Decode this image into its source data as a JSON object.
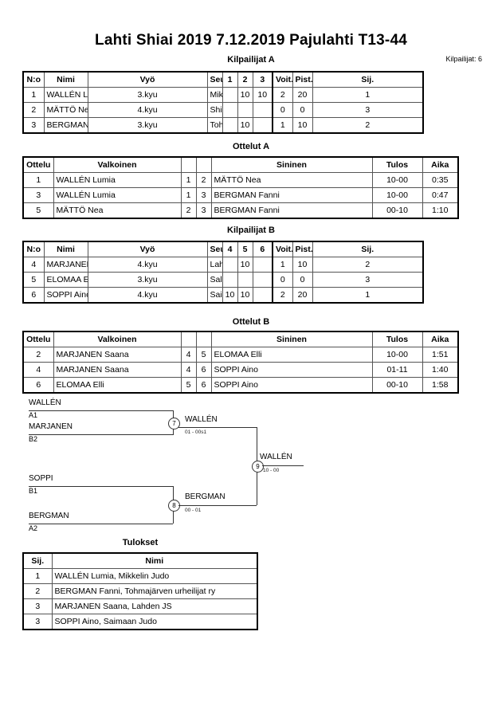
{
  "header": {
    "title": "Lahti Shiai 2019  7.12.2019  Pajulahti   T13-44",
    "entrant_count": "Kilpailijat: 6"
  },
  "pool_a": {
    "title": "Kilpailijat A",
    "columns": [
      "N:o",
      "Nimi",
      "Vyö",
      "Seura",
      "1",
      "2",
      "3",
      "Voit.",
      "Pist.",
      "Sij."
    ],
    "rows": [
      {
        "no": "1",
        "name": "WALLÉN Lumia",
        "belt": "3.kyu",
        "club": "Mikkelin Judo",
        "g1": "",
        "g2": "10",
        "g3": "10",
        "wins": "2",
        "points": "20",
        "rank": "1"
      },
      {
        "no": "2",
        "name": "MÄTTÖ Nea",
        "belt": "4.kyu",
        "club": "Shirokawa",
        "g1": "",
        "g2": "",
        "g3": "",
        "wins": "0",
        "points": "0",
        "rank": "3"
      },
      {
        "no": "3",
        "name": "BERGMAN Fanni",
        "belt": "3.kyu",
        "club": "Tohmajärven urheilijat ry",
        "g1": "",
        "g2": "10",
        "g3": "",
        "wins": "1",
        "points": "10",
        "rank": "2"
      }
    ]
  },
  "matches_a": {
    "title": "Ottelut A",
    "columns": [
      "Ottelu",
      "Valkoinen",
      "",
      "",
      "Sininen",
      "Tulos",
      "Aika"
    ],
    "rows": [
      {
        "match": "1",
        "white": "WALLÉN Lumia",
        "wn": "1",
        "bn": "2",
        "blue": "MÄTTÖ Nea",
        "result": "10-00",
        "time": "0:35"
      },
      {
        "match": "3",
        "white": "WALLÉN Lumia",
        "wn": "1",
        "bn": "3",
        "blue": "BERGMAN Fanni",
        "result": "10-00",
        "time": "0:47"
      },
      {
        "match": "5",
        "white": "MÄTTÖ Nea",
        "wn": "2",
        "bn": "3",
        "blue": "BERGMAN Fanni",
        "result": "00-10",
        "time": "1:10"
      }
    ]
  },
  "pool_b": {
    "title": "Kilpailijat B",
    "columns": [
      "N:o",
      "Nimi",
      "Vyö",
      "Seura",
      "4",
      "5",
      "6",
      "Voit.",
      "Pist.",
      "Sij."
    ],
    "rows": [
      {
        "no": "4",
        "name": "MARJANEN Saana",
        "belt": "4.kyu",
        "club": "Lahden JS",
        "g1": "",
        "g2": "10",
        "g3": "",
        "wins": "1",
        "points": "10",
        "rank": "2"
      },
      {
        "no": "5",
        "name": "ELOMAA Elli",
        "belt": "3.kyu",
        "club": "Salon Budoseura",
        "g1": "",
        "g2": "",
        "g3": "",
        "wins": "0",
        "points": "0",
        "rank": "3"
      },
      {
        "no": "6",
        "name": "SOPPI Aino",
        "belt": "4.kyu",
        "club": "Saimaan Judo",
        "g1": "10",
        "g2": "10",
        "g3": "",
        "wins": "2",
        "points": "20",
        "rank": "1"
      }
    ]
  },
  "matches_b": {
    "title": "Ottelut B",
    "columns": [
      "Ottelu",
      "Valkoinen",
      "",
      "",
      "Sininen",
      "Tulos",
      "Aika"
    ],
    "rows": [
      {
        "match": "2",
        "white": "MARJANEN Saana",
        "wn": "4",
        "bn": "5",
        "blue": "ELOMAA Elli",
        "result": "10-00",
        "time": "1:51"
      },
      {
        "match": "4",
        "white": "MARJANEN Saana",
        "wn": "4",
        "bn": "6",
        "blue": "SOPPI Aino",
        "result": "01-11",
        "time": "1:40"
      },
      {
        "match": "6",
        "white": "ELOMAA Elli",
        "wn": "5",
        "bn": "6",
        "blue": "SOPPI Aino",
        "result": "00-10",
        "time": "1:58"
      }
    ]
  },
  "bracket": {
    "entries": [
      {
        "name": "WALLÉN",
        "seed": "A1"
      },
      {
        "name": "MARJANEN",
        "seed": "B2"
      },
      {
        "name": "SOPPI",
        "seed": "B1"
      },
      {
        "name": "BERGMAN",
        "seed": "A2"
      }
    ],
    "semifinals": [
      {
        "node": "7",
        "winner": "WALLÉN",
        "score": "01 - 00s1"
      },
      {
        "node": "8",
        "winner": "BERGMAN",
        "score": "00 - 01"
      }
    ],
    "final": {
      "node": "9",
      "winner": "WALLÉN",
      "score": "10 - 00"
    }
  },
  "results": {
    "title": "Tulokset",
    "columns": [
      "Sij.",
      "Nimi"
    ],
    "rows": [
      {
        "rank": "1",
        "name": "WALLÉN Lumia, Mikkelin Judo"
      },
      {
        "rank": "2",
        "name": "BERGMAN Fanni, Tohmajärven urheilijat ry"
      },
      {
        "rank": "3",
        "name": "MARJANEN Saana, Lahden JS"
      },
      {
        "rank": "3",
        "name": "SOPPI Aino, Saimaan Judo"
      }
    ]
  }
}
